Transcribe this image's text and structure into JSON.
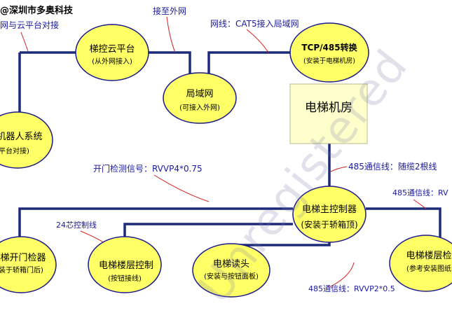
{
  "brand": "@深圳市多奥科技",
  "watermark": "Unregistered",
  "colors": {
    "node_fill": "#ffff66",
    "node_stroke": "#1a1a8c",
    "line": "#1c2a7a",
    "annotation_text": "#1a1aa0",
    "pointer": "#d62020",
    "room_fill": "#ffffcc",
    "room_stroke": "#b8b890"
  },
  "nodes": {
    "cloud_platform": {
      "title": "梯控云平台",
      "subtitle": "(从外网接入)"
    },
    "lan": {
      "title": "局域网",
      "subtitle": "(可接入外网)"
    },
    "converter": {
      "title": "TCP/485转换",
      "subtitle": "(安装于电梯机房)"
    },
    "robot": {
      "title": "机器人系统",
      "subtitle": "平台对接)"
    },
    "machine_room": {
      "title": "电梯机房"
    },
    "main_controller": {
      "title": "电梯主控制器",
      "subtitle": "(安装于轿箱顶)"
    },
    "door_detector": {
      "title": "梯开门检器",
      "subtitle": "装于轿箱门后)"
    },
    "floor_control": {
      "title": "电梯楼层控制",
      "subtitle": "(按钮接线)"
    },
    "reader": {
      "title": "电梯读头",
      "subtitle": "(安装与按钮面板)"
    },
    "floor_detector": {
      "title": "电梯楼层检",
      "subtitle": "(参考安装图纸"
    }
  },
  "annotations": {
    "cloud_link": "网与云平台对接",
    "external": "接至外网",
    "network_cable": "网线：CAT5接入局域网",
    "bus_485": "485通信线：随缆2根线",
    "door_signal": "开门检测信号：RVVP4*0.75",
    "cable_24": "24芯控制线",
    "bus_485_right": "485通信线：RV",
    "bus_485_bottom": "485通信线：RVVP2*0.5"
  }
}
